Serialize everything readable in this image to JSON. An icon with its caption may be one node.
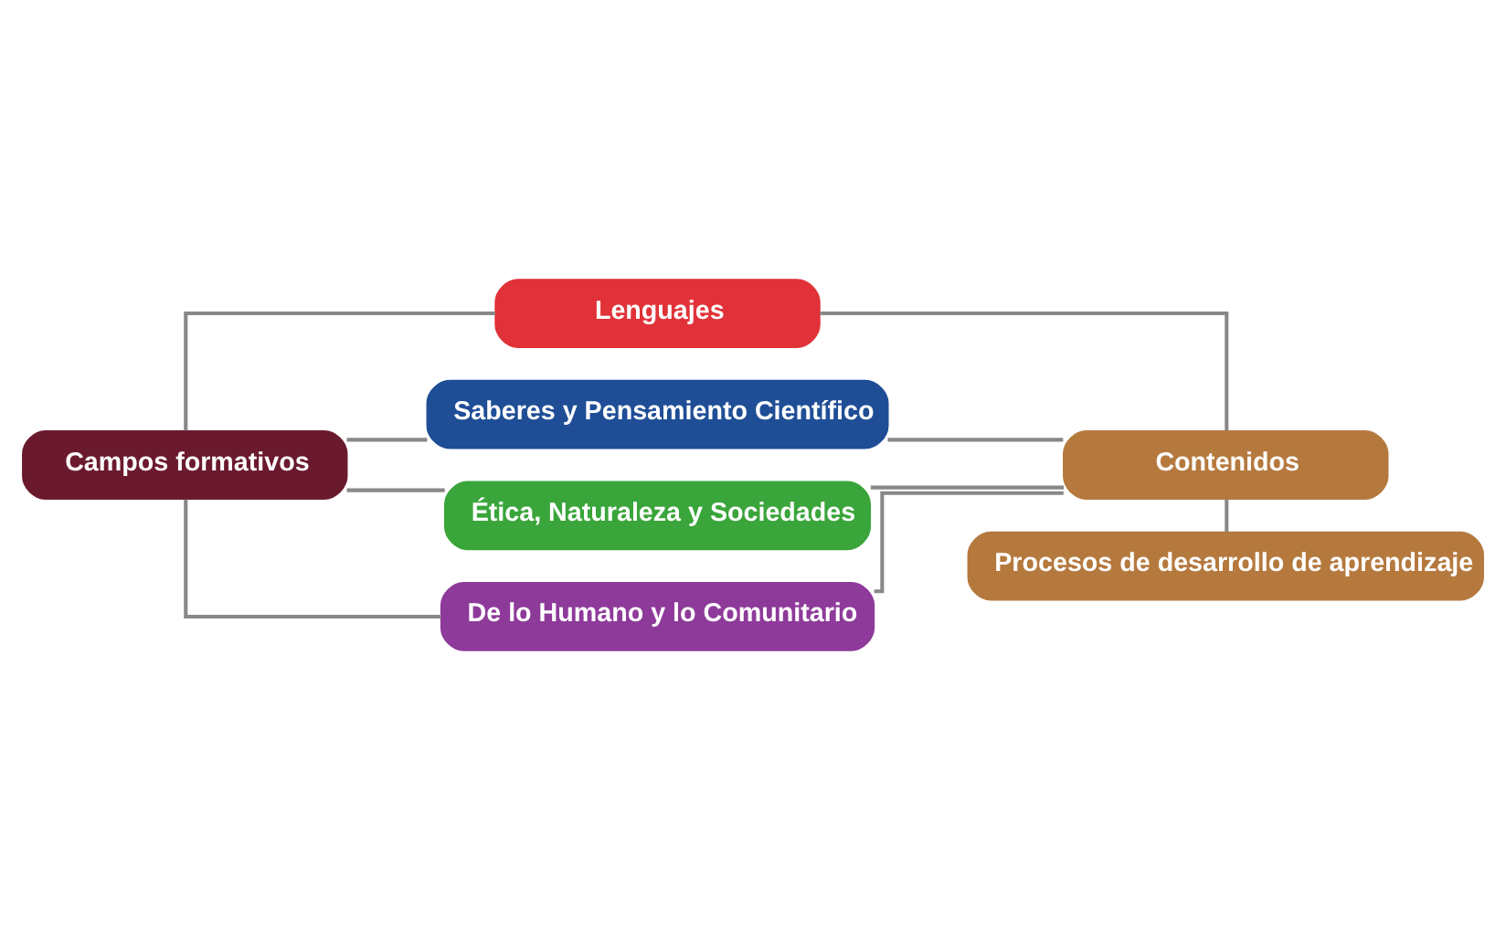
{
  "diagram": {
    "nodes": [
      {
        "text": [
          "Campos formativos"
        ]
      },
      {
        "text": [
          "Lenguajes"
        ]
      },
      {
        "text": [
          "Saberes y Pensamiento Científico"
        ]
      },
      {
        "text": [
          "Ética, Naturaleza y Sociedades"
        ]
      },
      {
        "text": [
          "De lo Humano y lo Comunitario"
        ]
      },
      {
        "text": [
          "Contenidos"
        ]
      },
      {
        "text": [
          "Procesos de desarrollo de aprendizaje"
        ]
      }
    ],
    "edges": [
      {
        "from": 0,
        "to": 1,
        "arrow": "none"
      },
      {
        "from": 0,
        "to": 2,
        "arrow": "none"
      },
      {
        "from": 0,
        "to": 3,
        "arrow": "none"
      },
      {
        "from": 0,
        "to": 4,
        "arrow": "none"
      },
      {
        "from": 1,
        "to": 5,
        "arrow": "none"
      },
      {
        "from": 2,
        "to": 5,
        "arrow": "none"
      },
      {
        "from": 3,
        "to": 5,
        "arrow": "none"
      },
      {
        "from": 4,
        "to": 5,
        "arrow": "none"
      },
      {
        "from": 5,
        "to": 6,
        "arrow": "none"
      }
    ]
  }
}
